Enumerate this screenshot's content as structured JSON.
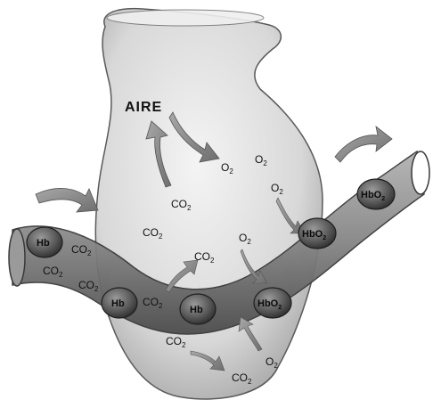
{
  "air_label": "AIRE",
  "molecules": {
    "o2_main": "O",
    "co2_main": "CO",
    "subscript_2": "2"
  },
  "cells": {
    "hb": "Hb",
    "hbo2_main": "HbO",
    "hbo2_sub": "2"
  },
  "colors": {
    "alveolus_fill": "#dcdcdc",
    "vessel_fill": "#7e7e7e",
    "cell_fill": "#4a4a4a",
    "arrow_fill": "#8a8a8a"
  }
}
